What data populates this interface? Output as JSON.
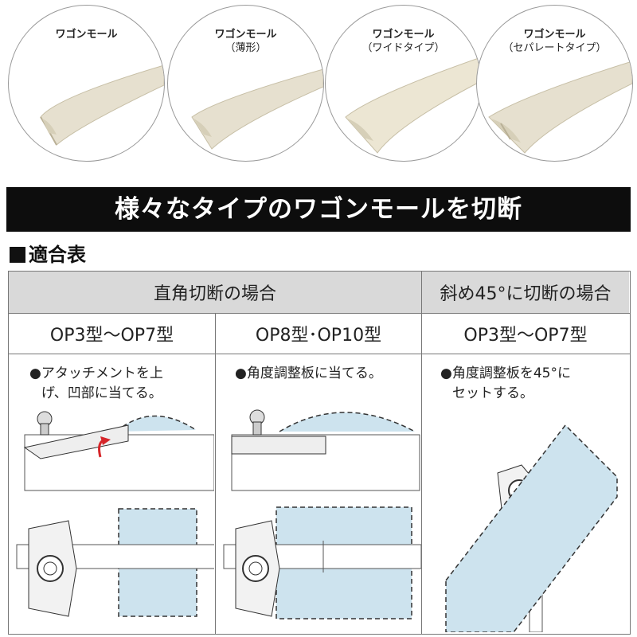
{
  "products": [
    {
      "name": "ワゴンモール",
      "sub": ""
    },
    {
      "name": "ワゴンモール",
      "sub": "（薄形）"
    },
    {
      "name": "ワゴンモール",
      "sub": "（ワイドタイプ）"
    },
    {
      "name": "ワゴンモール",
      "sub": "（セパレートタイプ）"
    }
  ],
  "banner": "様々なタイプのワゴンモールを切断",
  "section_title": "適合表",
  "table": {
    "header_right_angle": "直角切断の場合",
    "header_diagonal": "斜め45°に切断の場合",
    "col1": "OP3型〜OP7型",
    "col2": "OP8型･OP10型",
    "col3": "OP3型〜OP7型",
    "note1_line1": "●アタッチメントを上",
    "note1_line2": "げ、凹部に当てる。",
    "note2_line1": "●角度調整板に当てる。",
    "note3_line1": "●角度調整板を45°に",
    "note3_line2": "セットする。"
  },
  "colors": {
    "molding": "#e6e0cf",
    "molding_shadow": "#cfc7b0",
    "light_blue": "#cde3ee",
    "banner_bg": "#0d0d0d",
    "header_bg": "#d9d9d9"
  }
}
